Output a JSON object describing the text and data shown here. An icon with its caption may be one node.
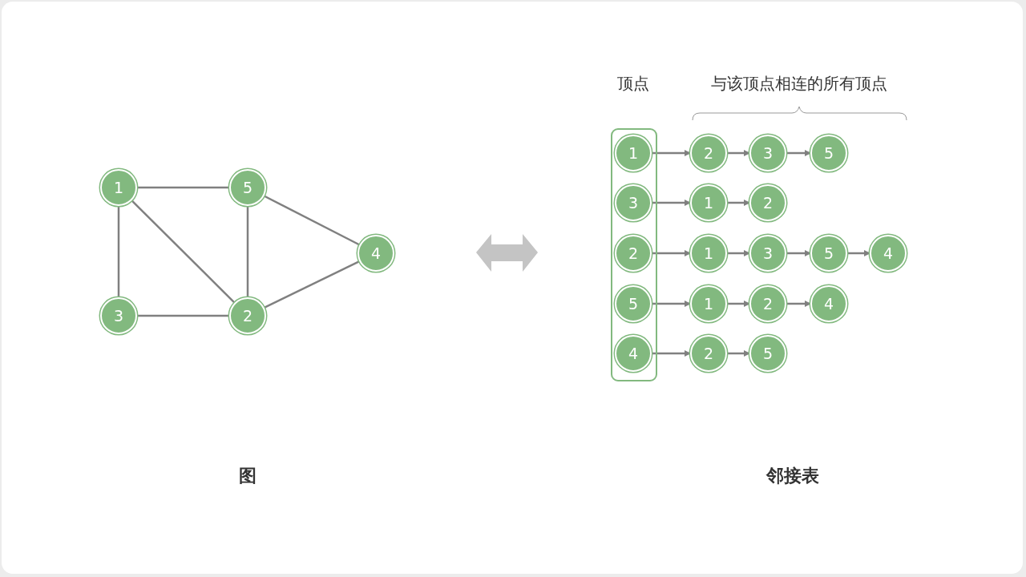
{
  "diagram": {
    "nodes": [
      {
        "text": [
          "1"
        ]
      },
      {
        "text": [
          "5"
        ]
      },
      {
        "text": [
          "4"
        ]
      },
      {
        "text": [
          "3"
        ]
      },
      {
        "text": [
          "2"
        ]
      },
      {
        "text": [],
        "shape": "box"
      },
      {
        "text": [
          "1"
        ],
        "in": 5
      },
      {
        "text": [
          "3"
        ],
        "in": 5
      },
      {
        "text": [
          "2"
        ],
        "in": 5
      },
      {
        "text": [
          "5"
        ],
        "in": 5
      },
      {
        "text": [
          "4"
        ],
        "in": 5
      },
      {
        "text": [
          "2"
        ]
      },
      {
        "text": [
          "3"
        ]
      },
      {
        "text": [
          "5"
        ]
      },
      {
        "text": [
          "1"
        ]
      },
      {
        "text": [
          "2"
        ]
      },
      {
        "text": [
          "1"
        ]
      },
      {
        "text": [
          "3"
        ]
      },
      {
        "text": [
          "5"
        ]
      },
      {
        "text": [
          "4"
        ]
      },
      {
        "text": [
          "1"
        ]
      },
      {
        "text": [
          "2"
        ]
      },
      {
        "text": [
          "4"
        ]
      },
      {
        "text": [
          "2"
        ]
      },
      {
        "text": [
          "5"
        ]
      }
    ],
    "edges": [
      {
        "from": 0,
        "to": 1,
        "arrow": "none"
      },
      {
        "from": 0,
        "to": 3,
        "arrow": "none"
      },
      {
        "from": 0,
        "to": 4,
        "arrow": "none"
      },
      {
        "from": 1,
        "to": 4,
        "arrow": "none"
      },
      {
        "from": 1,
        "to": 2,
        "arrow": "none"
      },
      {
        "from": 3,
        "to": 4,
        "arrow": "none"
      },
      {
        "from": 4,
        "to": 2,
        "arrow": "none"
      },
      {
        "from": 6,
        "to": 11,
        "arrow": "to"
      },
      {
        "from": 11,
        "to": 12,
        "arrow": "to"
      },
      {
        "from": 12,
        "to": 13,
        "arrow": "to"
      },
      {
        "from": 7,
        "to": 14,
        "arrow": "to"
      },
      {
        "from": 14,
        "to": 15,
        "arrow": "to"
      },
      {
        "from": 8,
        "to": 16,
        "arrow": "to"
      },
      {
        "from": 16,
        "to": 17,
        "arrow": "to"
      },
      {
        "from": 17,
        "to": 18,
        "arrow": "to"
      },
      {
        "from": 18,
        "to": 19,
        "arrow": "to"
      },
      {
        "from": 9,
        "to": 20,
        "arrow": "to"
      },
      {
        "from": 20,
        "to": 21,
        "arrow": "to"
      },
      {
        "from": 21,
        "to": 22,
        "arrow": "to"
      },
      {
        "from": 10,
        "to": 23,
        "arrow": "to"
      },
      {
        "from": 23,
        "to": 24,
        "arrow": "to"
      }
    ],
    "labels": [
      "顶点",
      "与该顶点相连的所有顶点",
      "图",
      "邻接表"
    ]
  }
}
